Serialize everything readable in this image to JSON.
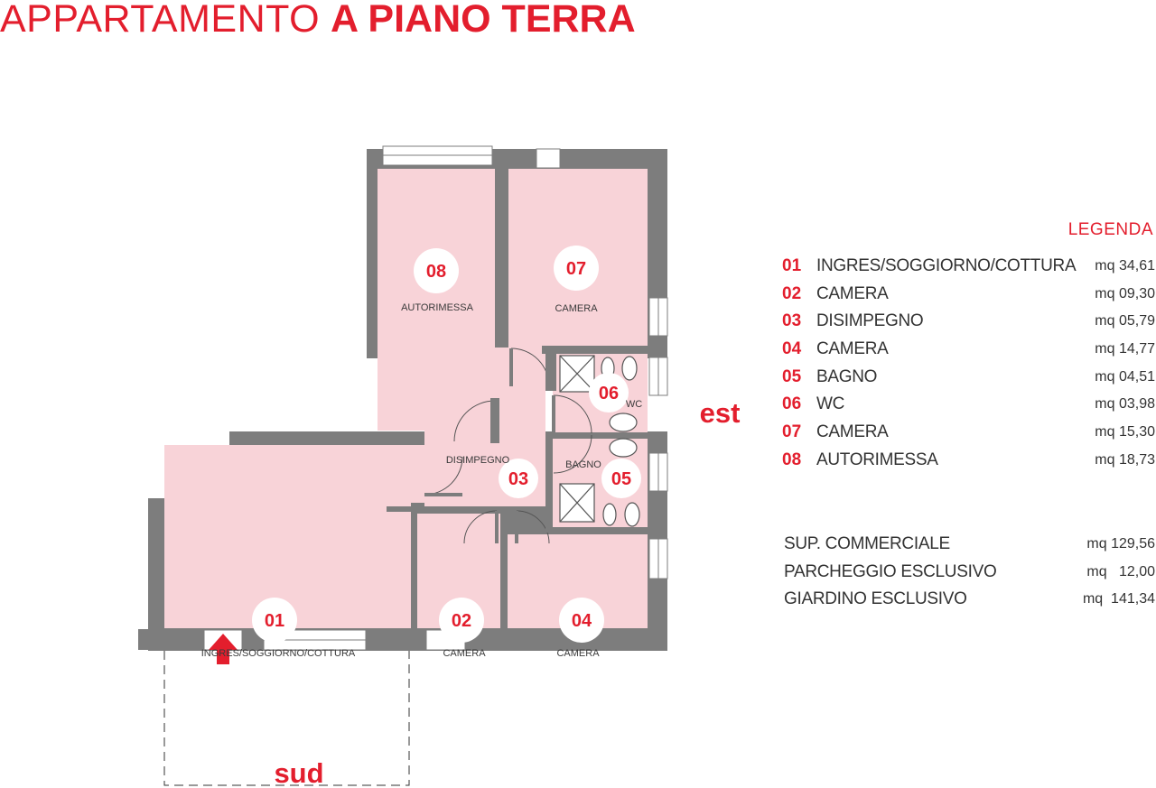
{
  "title": {
    "light": "APPARTAMENTO",
    "bold": "A PIANO TERRA"
  },
  "rooms": [
    {
      "num": "01",
      "label": "INGRES/SOGGIORNO/COTTURA"
    },
    {
      "num": "02",
      "label": "CAMERA"
    },
    {
      "num": "03",
      "label": "DISIMPEGNO"
    },
    {
      "num": "04",
      "label": "CAMERA"
    },
    {
      "num": "05",
      "label": "BAGNO"
    },
    {
      "num": "06",
      "label": "WC"
    },
    {
      "num": "07",
      "label": "CAMERA"
    },
    {
      "num": "08",
      "label": "AUTORIMESSA"
    }
  ],
  "compass": {
    "east": "est",
    "south": "sud"
  },
  "legend": {
    "title": "LEGENDA",
    "items": [
      {
        "num": "01",
        "name": "INGRES/SOGGIORNO/COTTURA",
        "area": "mq 34,61"
      },
      {
        "num": "02",
        "name": "CAMERA",
        "area": "mq 09,30"
      },
      {
        "num": "03",
        "name": "DISIMPEGNO",
        "area": "mq 05,79"
      },
      {
        "num": "04",
        "name": "CAMERA",
        "area": "mq 14,77"
      },
      {
        "num": "05",
        "name": "BAGNO",
        "area": "mq 04,51"
      },
      {
        "num": "06",
        "name": "WC",
        "area": "mq 03,98"
      },
      {
        "num": "07",
        "name": "CAMERA",
        "area": "mq 15,30"
      },
      {
        "num": "08",
        "name": "AUTORIMESSA",
        "area": "mq 18,73"
      }
    ]
  },
  "summary": [
    {
      "name": "SUP. COMMERCIALE",
      "area": "mq 129,56"
    },
    {
      "name": "PARCHEGGIO ESCLUSIVO",
      "area": "mq   12,00"
    },
    {
      "name": "GIARDINO ESCLUSIVO",
      "area": "mq  141,34"
    }
  ],
  "colors": {
    "accent": "#e31e2d",
    "wall": "#7d7d7d",
    "room_fill": "#f8d3d8"
  }
}
